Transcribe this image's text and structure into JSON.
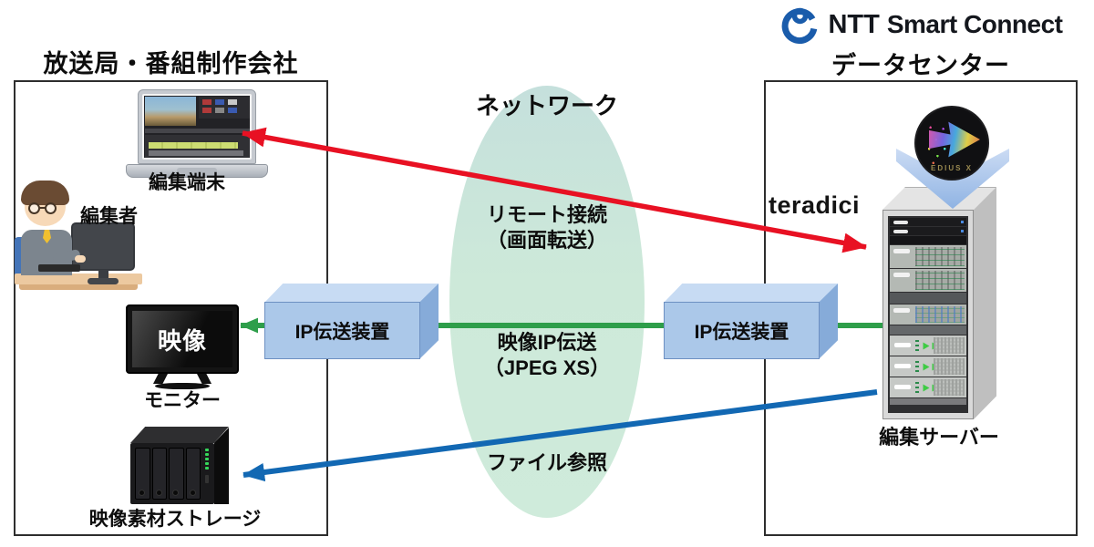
{
  "titles": {
    "left_box": "放送局・番組制作会社",
    "datacenter": "データセンター",
    "brand_ntt": "NTT",
    "brand_smart_connect": "Smart Connect"
  },
  "network": {
    "title": "ネットワーク",
    "remote_connection_line1": "リモート接続",
    "remote_connection_line2": "（画面転送）",
    "video_ip_line1": "映像IP伝送",
    "video_ip_line2": "（JPEG XS）",
    "file_reference": "ファイル参照"
  },
  "left_box": {
    "terminal_label": "編集端末",
    "editor_label": "編集者",
    "monitor_screen_text": "映像",
    "monitor_label": "モニター",
    "storage_label": "映像素材ストレージ"
  },
  "right_box": {
    "teradici_label": "teradici",
    "edius_label": "EDIUS X",
    "server_label": "編集サーバー"
  },
  "ip_devices": {
    "left_label": "IP伝送装置",
    "right_label": "IP伝送装置"
  },
  "colors": {
    "remote_arrow_red": "#e81123",
    "video_line_green": "#2e9e4a",
    "file_arrow_blue": "#1268b3",
    "ip_box_blue": "#abc8e9",
    "network_ellipse_green": "#cde8da",
    "ntt_logo_blue": "#1a5cab"
  }
}
